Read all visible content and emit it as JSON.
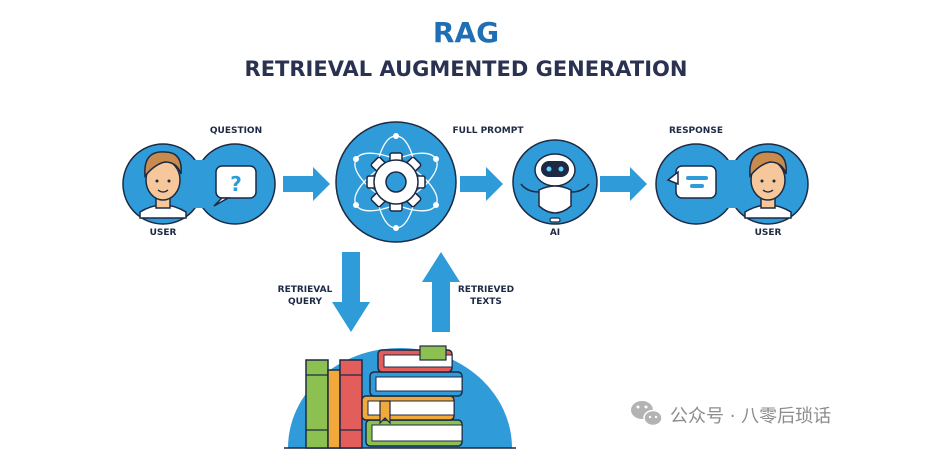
{
  "title": "RAG",
  "subtitle": "RETRIEVAL AUGMENTED GENERATION",
  "labels": {
    "question": "QUESTION",
    "full_prompt": "FULL PROMPT",
    "response": "RESPONSE",
    "user_left": "USER",
    "ai": "AI",
    "user_right": "USER",
    "retrieval_query_line1": "RETRIEVAL",
    "retrieval_query_line2": "QUERY",
    "retrieved_texts_line1": "RETRIEVED",
    "retrieved_texts_line2": "TEXTS"
  },
  "question_mark": "?",
  "watermark": {
    "text": "公众号 · 八零后琐话",
    "icon": "wechat-icon"
  },
  "icons": [
    "user-face-icon",
    "speech-bubble-icon",
    "gear-icon",
    "robot-icon",
    "books-icon",
    "arrow-right-icon",
    "arrow-down-icon",
    "arrow-up-icon"
  ],
  "colors": {
    "title_blue": "#1f6fb5",
    "subtitle_navy": "#2b3150",
    "circle_blue": "#2f9bd8",
    "outline": "#1d2a44",
    "skin": "#f6c79b",
    "hair": "#c98a4e"
  }
}
